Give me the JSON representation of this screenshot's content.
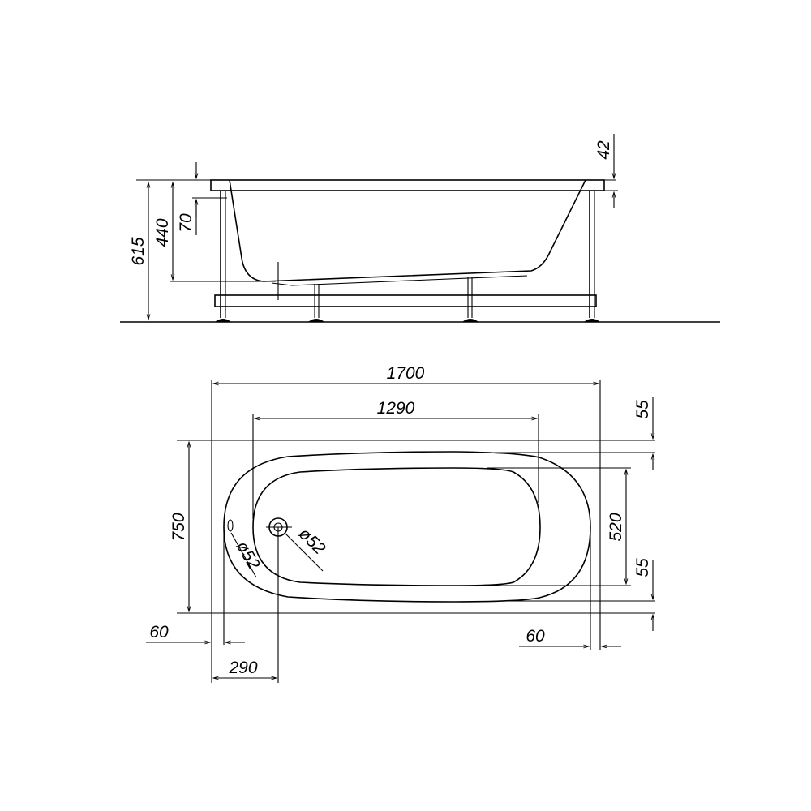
{
  "side_view": {
    "dims": {
      "total_height": "615",
      "depth": "440",
      "rim_offset": "70",
      "rim_thickness": "42"
    }
  },
  "plan_view": {
    "dims": {
      "length": "1700",
      "inner_length": "1290",
      "width": "750",
      "inner_width": "520",
      "top_margin": "55",
      "bottom_margin": "55",
      "left_margin": "60",
      "right_margin": "60",
      "drain_offset": "290",
      "drain_diameter": "ø52",
      "overflow_diameter": "ø52"
    }
  }
}
